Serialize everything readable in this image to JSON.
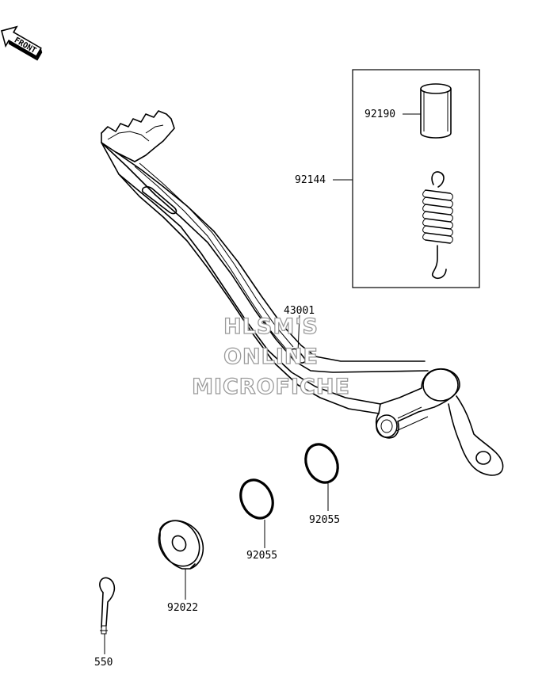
{
  "front_indicator": {
    "label": "FRONT"
  },
  "watermark": {
    "lines": [
      "HLSM'S",
      "ONLINE",
      "MICROFICHE"
    ]
  },
  "parts": [
    {
      "id": "p92190",
      "number": "92190"
    },
    {
      "id": "p92144",
      "number": "92144"
    },
    {
      "id": "p43001",
      "number": "43001"
    },
    {
      "id": "p92055a",
      "number": "92055"
    },
    {
      "id": "p92055b",
      "number": "92055"
    },
    {
      "id": "p92022",
      "number": "92022"
    },
    {
      "id": "p550",
      "number": "550"
    }
  ]
}
